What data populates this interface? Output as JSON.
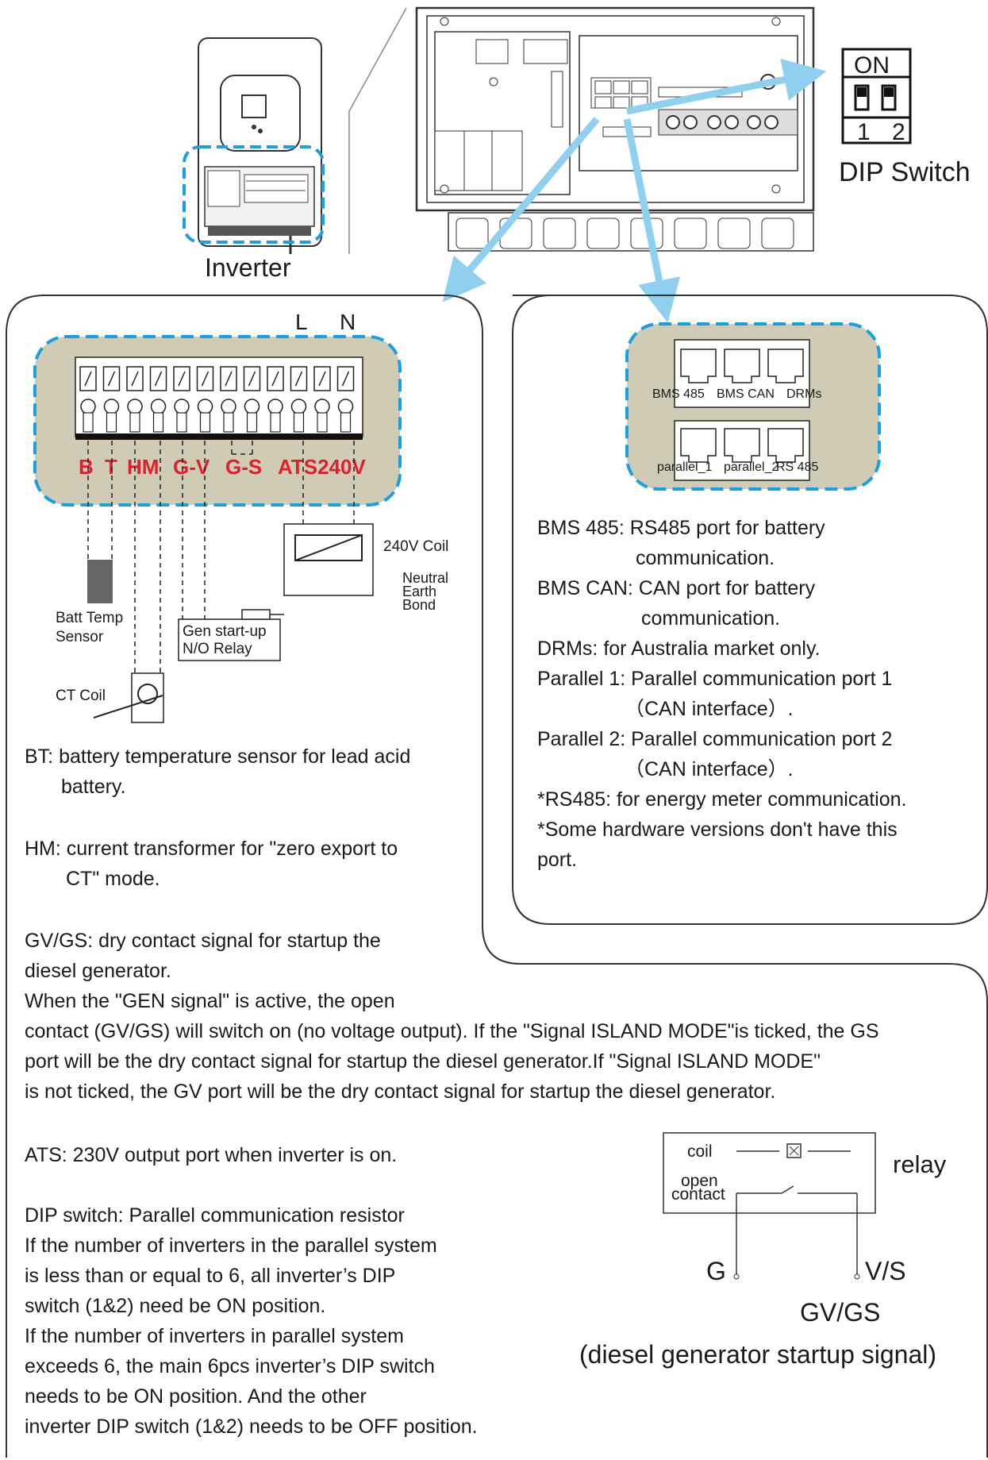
{
  "inverter_label": "Inverter",
  "dip_switch": {
    "on_label": "ON",
    "pos1": "1",
    "pos2": "2",
    "title": "DIP Switch"
  },
  "terminal_block": {
    "top_labels": [
      "L",
      "N"
    ],
    "labels": [
      "B",
      "T",
      "HM",
      "G-V",
      "G-S",
      "ATS240V"
    ],
    "coil_label": "240V Coil",
    "neutral_label": [
      "Neutral",
      "Earth",
      "Bond"
    ],
    "batt_temp_label": [
      "Batt Temp",
      "Sensor"
    ],
    "gen_relay_label": [
      "Gen start-up",
      "N/O Relay"
    ],
    "ct_coil_label": "CT Coil"
  },
  "ports": {
    "top": [
      "BMS 485",
      "BMS CAN",
      "DRMs"
    ],
    "bottom": [
      "parallel_1",
      "parallel_2",
      "RS 485"
    ]
  },
  "port_desc": [
    "BMS 485: RS485 port for battery",
    "communication.",
    "BMS CAN: CAN port for battery",
    "communication.",
    "DRMs: for Australia market only.",
    "Parallel 1: Parallel communication port 1",
    "（CAN interface）.",
    "Parallel 2: Parallel communication port 2",
    "（CAN interface）.",
    "*RS485: for energy meter communication.",
    "*Some hardware versions don't have this",
    "port."
  ],
  "left_desc": {
    "bt": [
      "BT: battery temperature sensor for lead acid",
      "battery."
    ],
    "hm": [
      "HM: current transformer for \"zero export to",
      "CT\" mode."
    ],
    "gvgs": [
      "GV/GS: dry contact signal for startup the",
      "diesel generator.",
      "When the \"GEN signal\" is active, the open"
    ]
  },
  "full_desc": [
    "contact (GV/GS) will switch on (no voltage output). If the \"Signal ISLAND MODE\"is ticked, the GS",
    "port will be the dry contact signal for startup the diesel generator.If \"Signal ISLAND MODE\"",
    "is not ticked, the GV port will be the dry contact signal for startup the diesel generator."
  ],
  "ats_desc": "ATS: 230V output port when inverter is on.",
  "dip_desc": [
    "DIP switch: Parallel communication resistor",
    "If the number of inverters in the parallel system",
    "is less than or equal to 6, all inverter’s DIP",
    "switch (1&2) need be ON position.",
    "If the number of inverters in parallel system",
    "exceeds 6, the main 6pcs inverter’s DIP switch",
    "needs to be ON position. And the other",
    "inverter DIP switch  (1&2) needs to be OFF position."
  ],
  "relay": {
    "coil": "coil",
    "open_contact": [
      "open",
      "contact"
    ],
    "relay_label": "relay",
    "g": "G",
    "vs": "V/S",
    "gvgs": "GV/GS",
    "caption": "(diesel generator startup signal)"
  },
  "colors": {
    "accent_blue": "#1aa0e0",
    "arrow_blue": "#8fd0f0",
    "panel_fill": "#cfcbb4",
    "label_red": "#e0202a"
  }
}
